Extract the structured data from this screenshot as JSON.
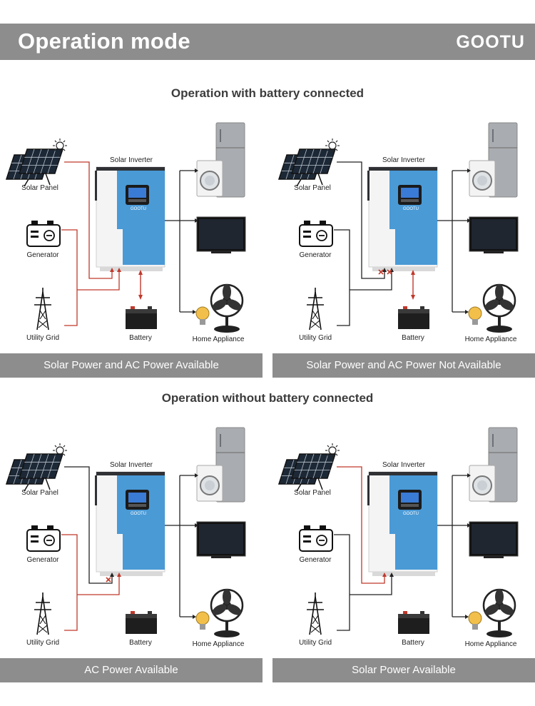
{
  "header": {
    "title": "Operation mode",
    "brand": "GOOTU"
  },
  "sections": [
    {
      "title": "Operation with battery connected"
    },
    {
      "title": "Operation without battery connected"
    }
  ],
  "labels": {
    "solar_panel": "Solar Panel",
    "generator": "Generator",
    "utility_grid": "Utility Grid",
    "solar_inverter": "Solar Inverter",
    "battery": "Battery",
    "home_appliance": "Home Appliance",
    "inverter_logo": "GOOTU"
  },
  "panels": [
    {
      "caption": "Solar Power and AC Power Available",
      "solar": true,
      "ac": true,
      "battery": true
    },
    {
      "caption": "Solar Power and AC Power Not Available",
      "solar": false,
      "ac": false,
      "battery": true
    },
    {
      "caption": "AC Power Available",
      "solar": false,
      "ac": true,
      "battery": false
    },
    {
      "caption": "Solar Power Available",
      "solar": true,
      "ac": false,
      "battery": false
    }
  ],
  "colors": {
    "header": "#8d8d8d",
    "active_line": "#c0392b",
    "inactive_line": "#222222",
    "inverter": "#4a9ad6"
  }
}
